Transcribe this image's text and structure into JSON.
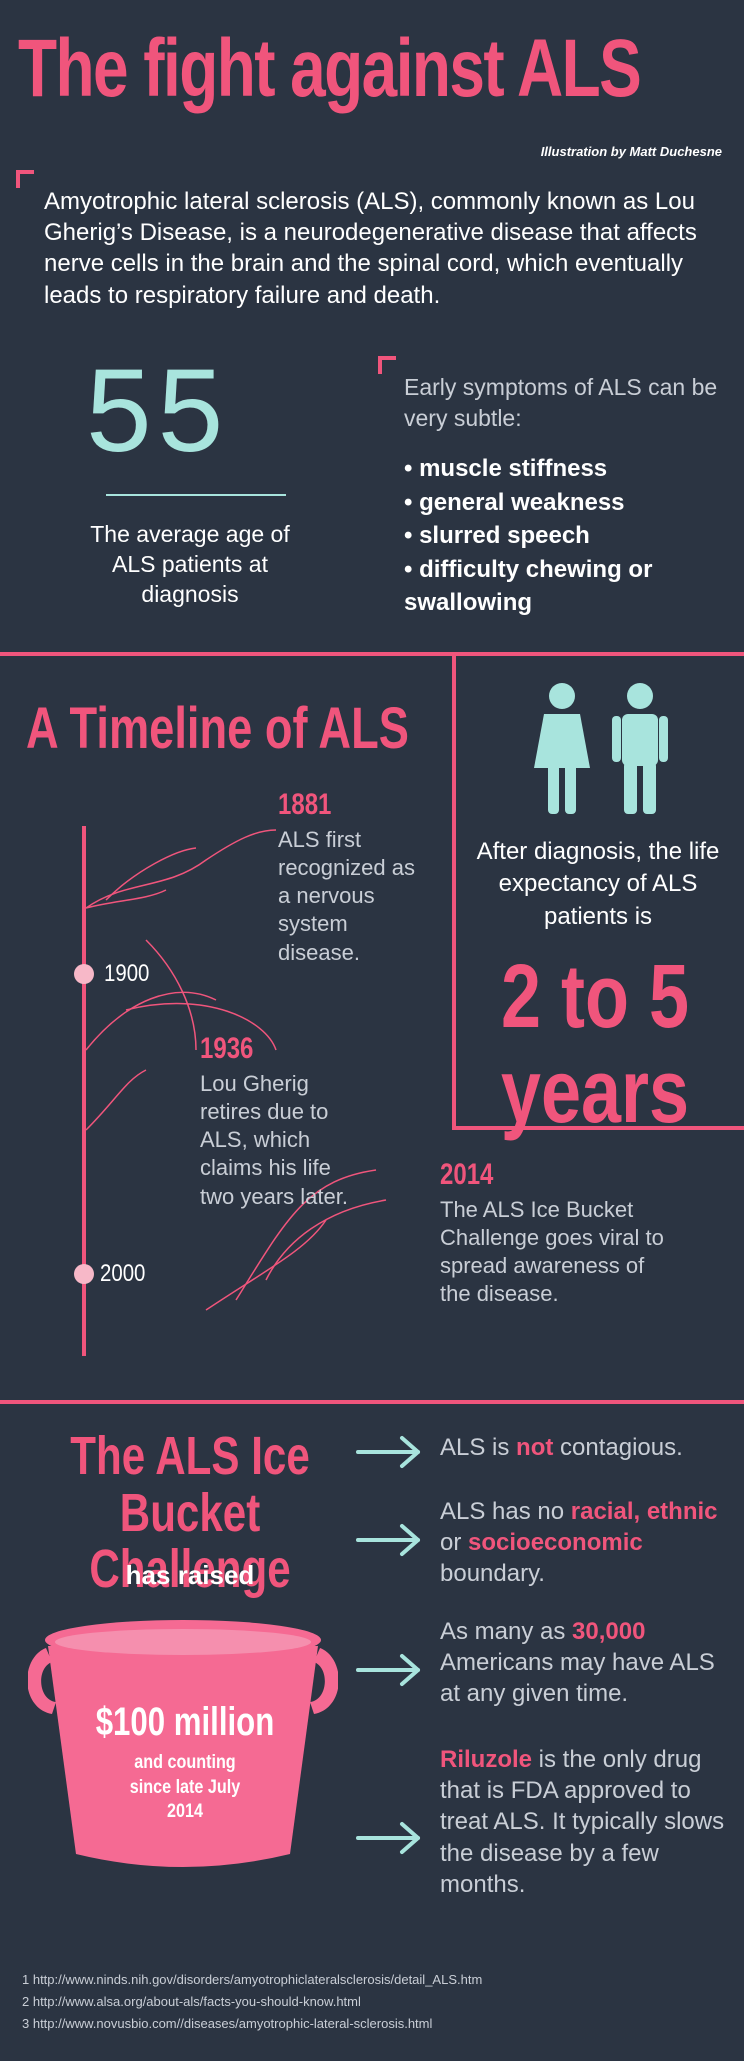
{
  "header": {
    "title": "The fight against ALS",
    "credit": "Illustration by Matt Duchesne",
    "intro": "Amyotrophic lateral sclerosis (ALS), commonly known as Lou Gherig’s Disease, is a  neurodegenerative disease that affects nerve cells in the brain and the spinal cord, which eventually leads to respiratory failure and death."
  },
  "stats": {
    "age_number": "55",
    "age_caption": "The average age of ALS patients at diagnosis",
    "symptoms_heading": "Early symptoms of ALS can be very subtle:",
    "symptoms": [
      "muscle stiffness",
      "general weakness",
      "slurred speech",
      "difficulty chewing or swallowing"
    ]
  },
  "timeline": {
    "title": "A Timeline of ALS",
    "axis_labels": [
      "1900",
      "2000"
    ],
    "events": [
      {
        "year": "1881",
        "text": "ALS first recognized as a nervous system disease."
      },
      {
        "year": "1936",
        "text": "Lou Gherig retires due to ALS, which claims his life two years later."
      },
      {
        "year": "2014",
        "text": "The ALS Ice Bucket Challenge goes viral to spread awareness of the disease."
      }
    ]
  },
  "life": {
    "icons": [
      "woman-icon",
      "man-icon"
    ],
    "text": "After diagnosis, the life expectancy of ALS patients is",
    "range": "2 to 5",
    "unit": "years"
  },
  "ice": {
    "title": "The ALS Ice Bucket Challenge",
    "raised": "has raised",
    "amount": "$100 million",
    "sub": "and counting since late July 2014"
  },
  "facts": [
    {
      "pre": "ALS is ",
      "em": "not",
      "post": " contagious."
    },
    {
      "pre": "ALS has no ",
      "em": "racial, ethnic",
      "mid": " or ",
      "em2": "socioeconomic",
      "post": " boundary."
    },
    {
      "pre": "As many as ",
      "em": "30,000",
      "post": " Americans may have ALS at any given time."
    },
    {
      "pre": "",
      "em": "Riluzole",
      "post": " is the only drug that is FDA approved to treat ALS. It typically slows the disease by a few months."
    }
  ],
  "footnotes": [
    "1 http://www.ninds.nih.gov/disorders/amyotrophiclateralsclerosis/detail_ALS.htm",
    "2 http://www.alsa.org/about-als/facts-you-should-know.html",
    "3 http://www.novusbio.com//diseases/amyotrophic-lateral-sclerosis.html"
  ],
  "colors": {
    "background": "#2b3442",
    "accent": "#f0557c",
    "mint": "#a8e4dd"
  }
}
